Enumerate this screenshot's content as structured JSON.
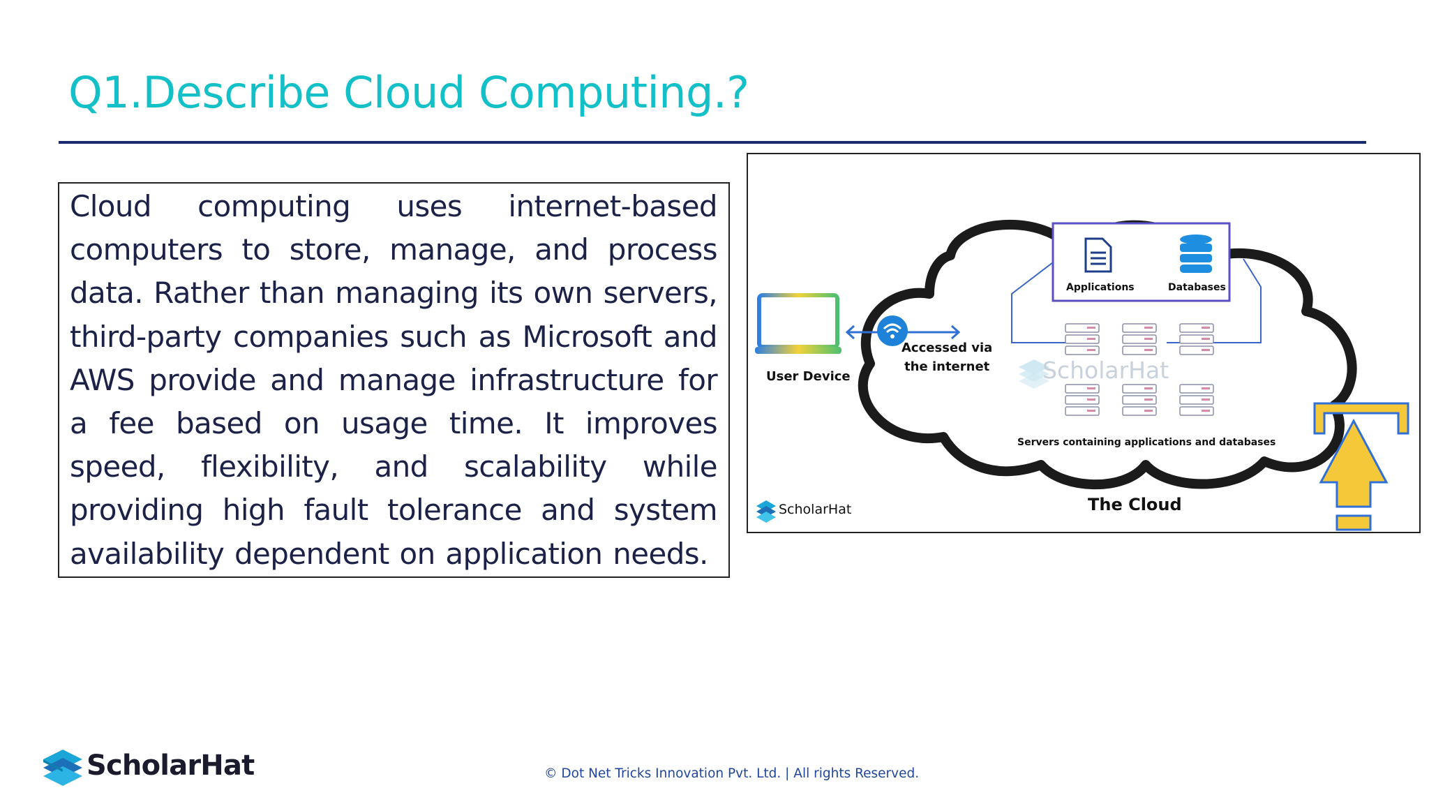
{
  "slide": {
    "title": "Q1.Describe Cloud Computing.?",
    "body": "Cloud computing uses internet-based computers to store, manage, and process data. Rather than managing its own servers, third-party companies such as Microsoft and AWS provide and manage infrastructure for a fee based on usage time. It improves speed, flexibility, and scalability while providing high fault tolerance and system availability dependent on application needs."
  },
  "diagram": {
    "user_device_label": "User Device",
    "access_label_line1": "Accessed via",
    "access_label_line2": "the internet",
    "applications_label": "Applications",
    "databases_label": "Databases",
    "watermark": "ScholarHat",
    "servers_label": "Servers containing applications and databases",
    "cloud_label": "The Cloud",
    "logo_text": "ScholarHat",
    "icons": [
      "laptop-icon",
      "wifi-icon",
      "document-icon",
      "database-icon",
      "server-icon",
      "upload-arrow-icon"
    ]
  },
  "footer": {
    "logo_text": "ScholarHat",
    "copyright": "© Dot Net Tricks Innovation Pvt. Ltd. | All rights Reserved."
  },
  "colors": {
    "title": "#14c0c8",
    "rule": "#1a2a6e",
    "body_text": "#1c2147",
    "logo_teal": "#1aa7d8",
    "database_blue": "#1e8fe0",
    "arrow_yellow": "#f5c83a",
    "footer_text": "#2046a0"
  }
}
